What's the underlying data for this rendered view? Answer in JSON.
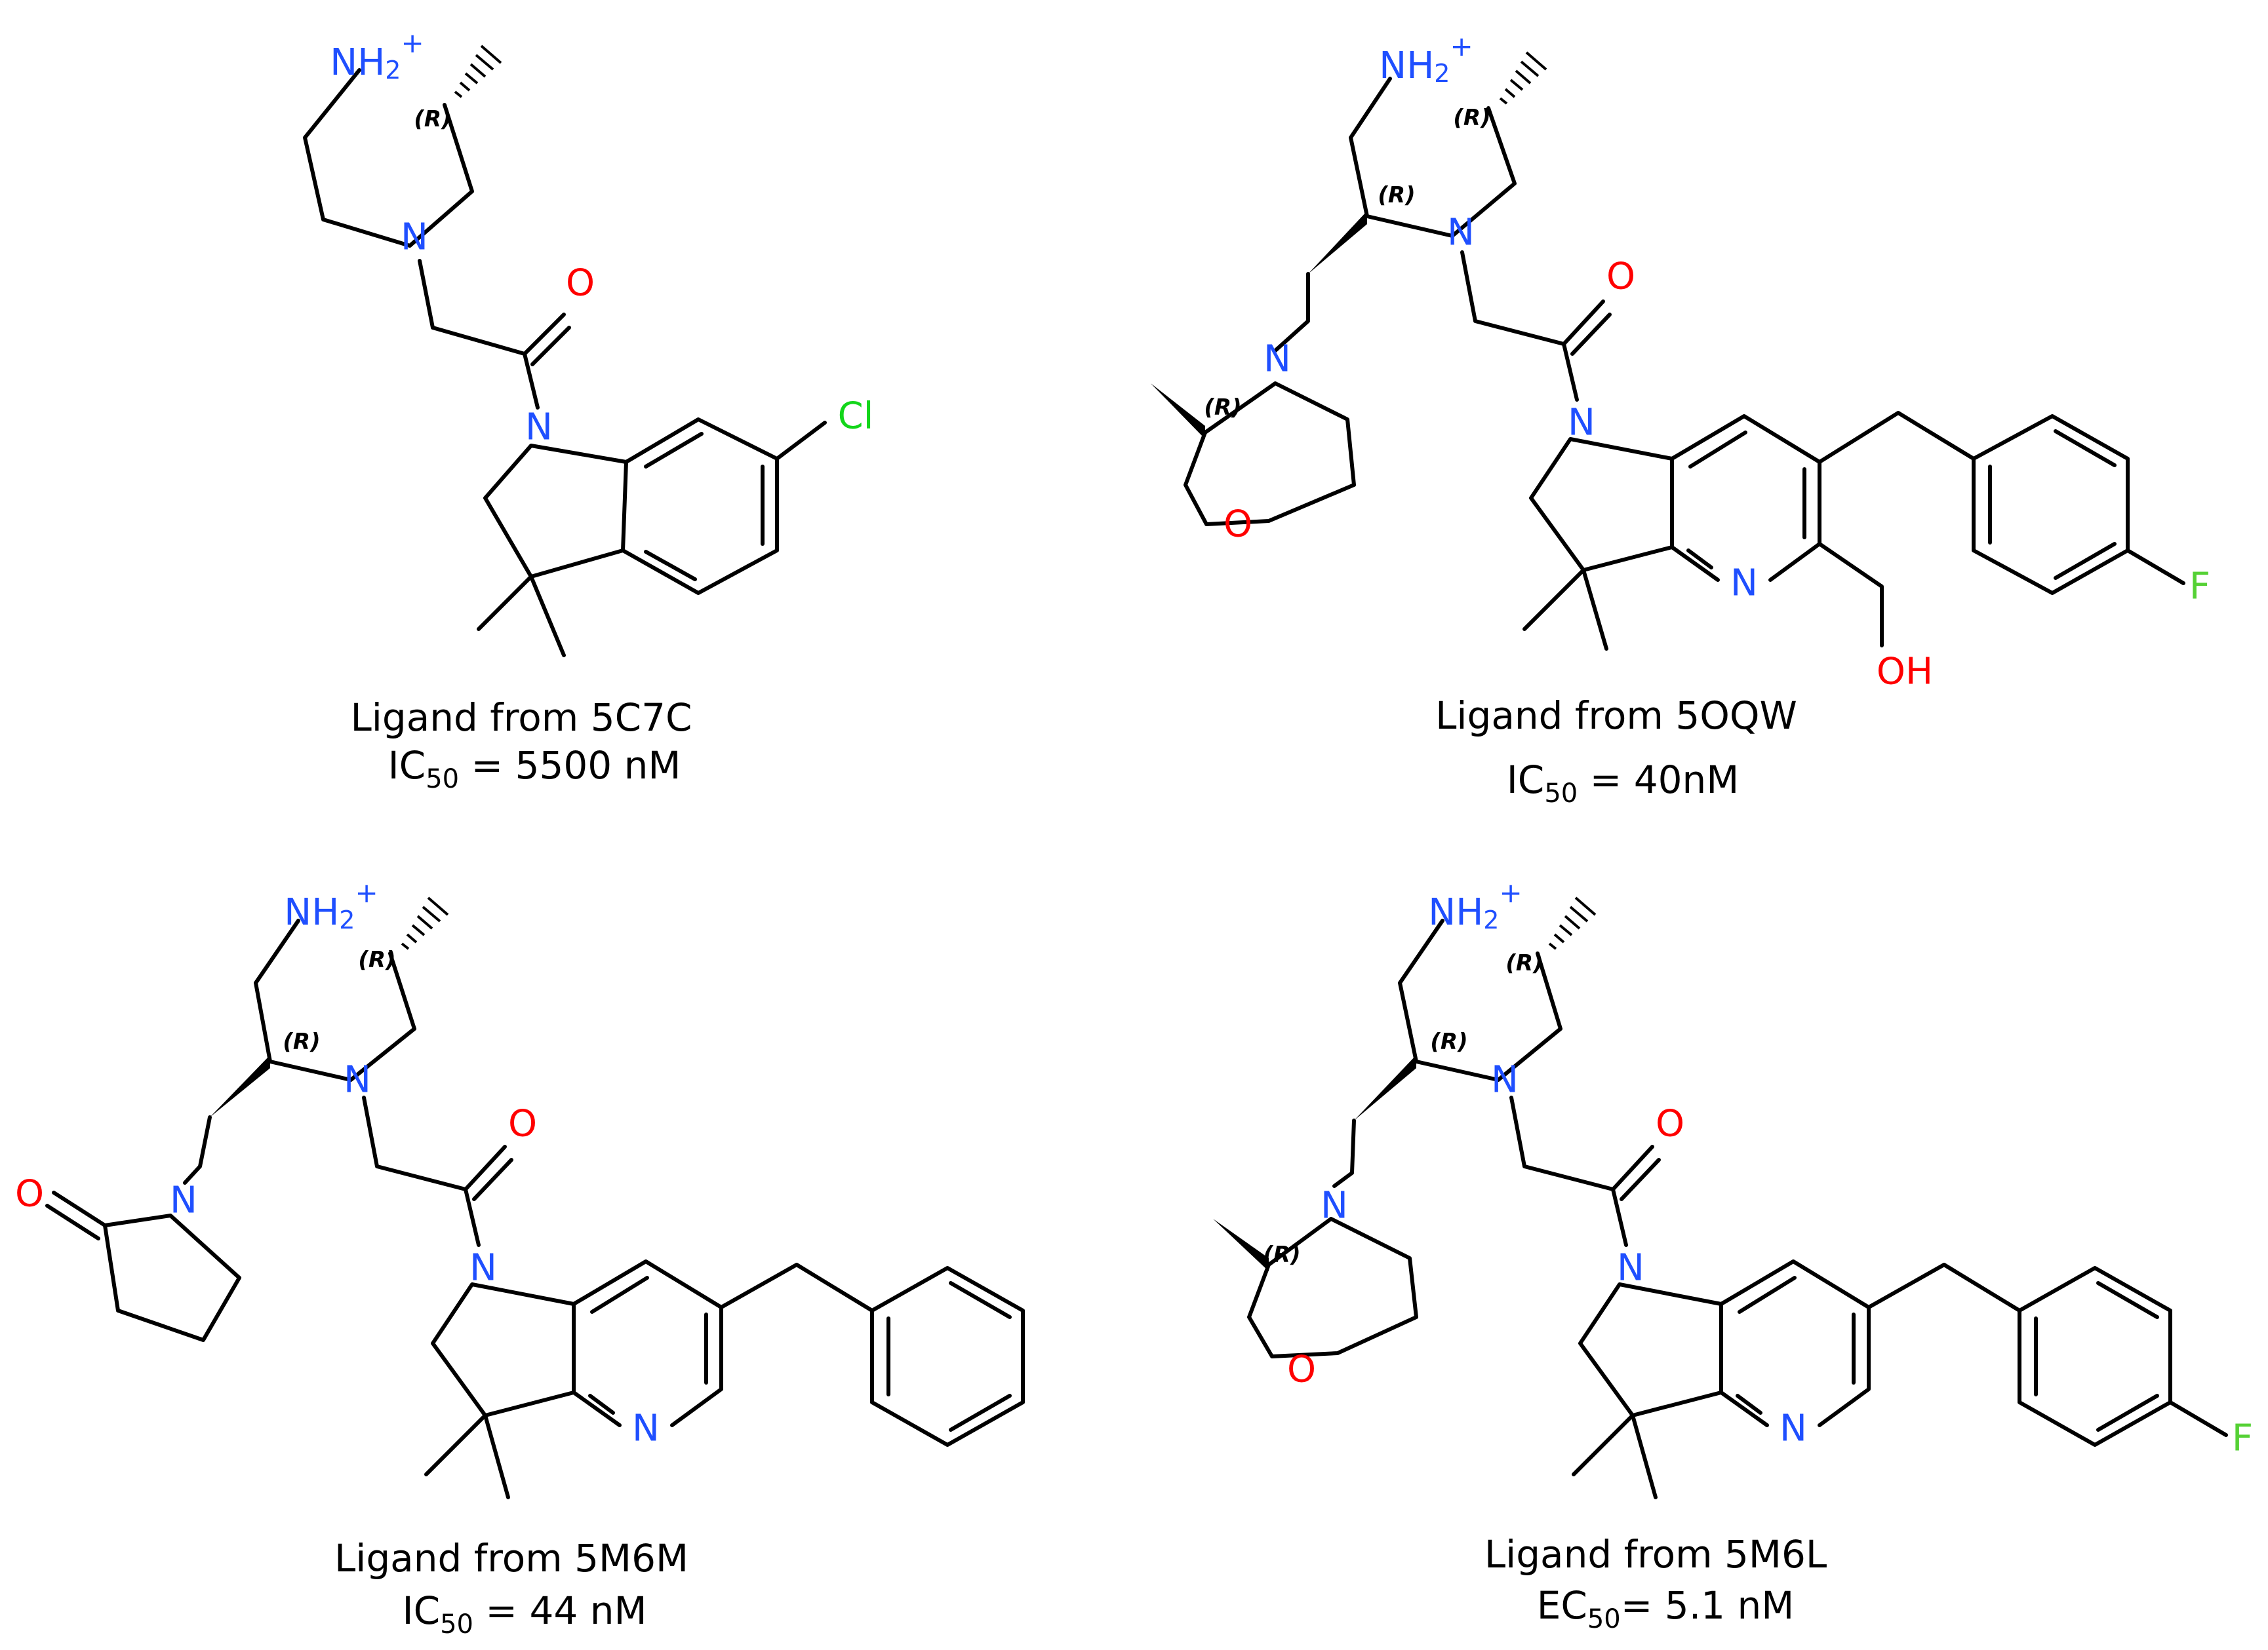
{
  "panels": [
    {
      "id": "5C7C",
      "caption_line1": "Ligand from 5C7C",
      "activity_prefix": "IC",
      "activity_sub": "50",
      "activity_value": " = 5500 nM",
      "halogen": "Cl"
    },
    {
      "id": "5OQW",
      "caption_line1": "Ligand from 5OQW",
      "activity_prefix": "IC",
      "activity_sub": "50",
      "activity_value": " = 40nM",
      "halogen": "F",
      "hydroxyl": "OH"
    },
    {
      "id": "5M6M",
      "caption_line1": "Ligand from 5M6M",
      "activity_prefix": "IC",
      "activity_sub": "50",
      "activity_value": " = 44 nM"
    },
    {
      "id": "5M6L",
      "caption_line1": "Ligand from 5M6L",
      "activity_prefix": "EC",
      "activity_sub": "50",
      "activity_value": "= 5.1 nM",
      "halogen": "F"
    }
  ],
  "labels": {
    "nh2_main": "NH",
    "nh2_sub": "2",
    "nh2_charge": "+",
    "nitrogen": "N",
    "oxygen": "O",
    "stereo_r": "(R)"
  },
  "colors": {
    "nitrogen": "#1f4fff",
    "oxygen": "#ff0000",
    "fluorine": "#55d135",
    "chlorine": "#13d61a",
    "bond": "#000000"
  }
}
